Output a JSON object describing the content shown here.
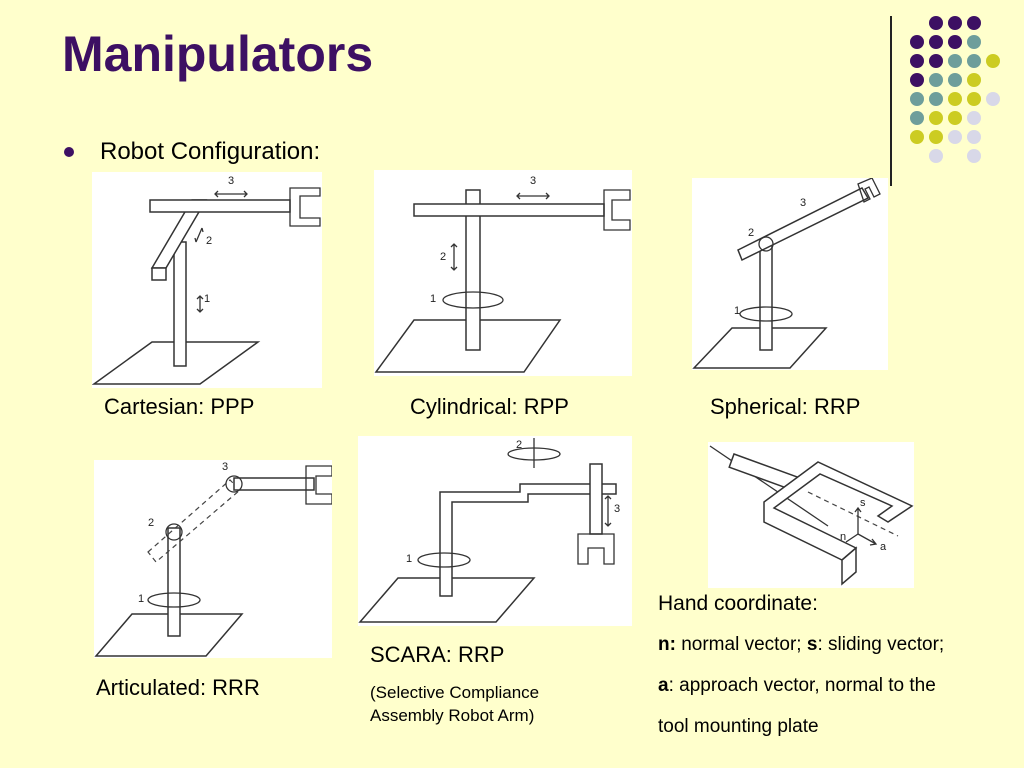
{
  "slide": {
    "title": "Manipulators",
    "bullet": "Robot Configuration:",
    "captions": {
      "cartesian": "Cartesian: PPP",
      "cylindrical": "Cylindrical: RPP",
      "spherical": "Spherical: RRP",
      "articulated": "Articulated: RRR",
      "scara": "SCARA: RRP",
      "scara_note_line1": "(Selective Compliance",
      "scara_note_line2": "Assembly Robot Arm)"
    },
    "hand": {
      "heading": "Hand coordinate:",
      "n_key": "n:",
      "n_text": " normal vector; ",
      "s_key": "s",
      "s_text": ": sliding vector;",
      "a_key": "a",
      "a_text": ": approach vector, normal to the",
      "line4": "tool mounting plate"
    },
    "diagram_labels": {
      "j1": "1",
      "j2": "2",
      "j3": "3",
      "n": "n",
      "s": "s",
      "a": "a"
    },
    "decor_colors": {
      "purple": "#3d1063",
      "teal": "#6e9e9b",
      "olive": "#cccc22",
      "lavender": "#d8d8e8"
    }
  }
}
